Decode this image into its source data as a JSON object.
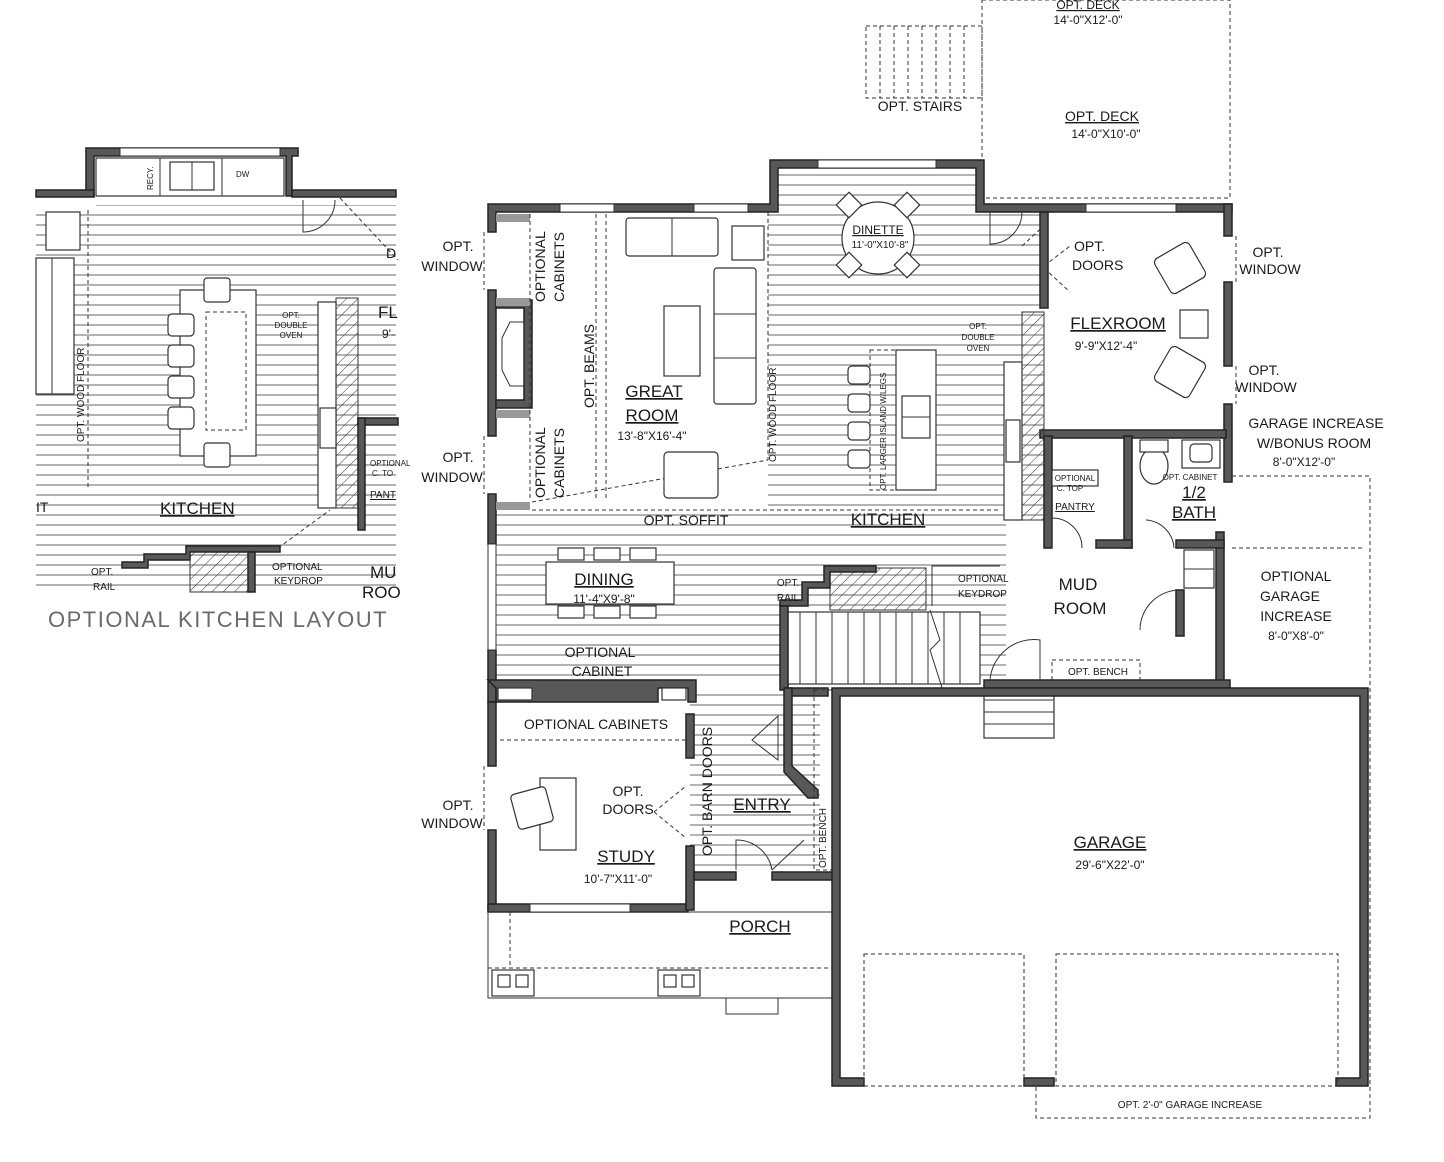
{
  "caption": "OPTIONAL KITCHEN LAYOUT",
  "inset": {
    "recy": "RECY.",
    "dw": "DW",
    "opt_double_oven": [
      "OPT.",
      "DOUBLE",
      "OVEN"
    ],
    "opt_wood_floor": "OPT. WOOD FLOOR",
    "kitchen": "KITCHEN",
    "optional_c_top": [
      "OPTIONAL",
      "C. TO"
    ],
    "pantry": "PANT",
    "flex_cut": "FL",
    "flex_dim_cut": "9'-",
    "opt_rail": [
      "OPT.",
      "RAIL"
    ],
    "optional_keydrop": [
      "OPTIONAL",
      "KEYDROP"
    ],
    "mud_cut": "MU",
    "room_cut": "ROO",
    "d_cut": "D",
    "it_cut": "IT"
  },
  "plan": {
    "opt_deck_top": {
      "name": "OPT. DECK",
      "dim": "14'-0\"X12'-0\""
    },
    "opt_stairs": "OPT. STAIRS",
    "opt_deck": {
      "name": "OPT. DECK",
      "dim": "14'-0\"X10'-0\""
    },
    "opt_window": [
      "OPT.",
      "WINDOW"
    ],
    "optional_cabinets_v": [
      "OPTIONAL",
      "CABINETS"
    ],
    "opt_beams": "OPT. BEAMS",
    "great_room": {
      "name1": "GREAT",
      "name2": "ROOM",
      "dim": "13'-8\"X16'-4\""
    },
    "dinette": {
      "name": "DINETTE",
      "dim": "11'-0\"X10'-8\""
    },
    "opt_doors": [
      "OPT.",
      "DOORS"
    ],
    "flexroom": {
      "name": "FLEXROOM",
      "dim": "9'-9\"X12'-4\""
    },
    "opt_wood_floor": "OPT. WOOD FLOOR",
    "opt_larger_island": "OPT. LARGER ISLAND W/LEGS",
    "opt_double_oven": [
      "OPT.",
      "DOUBLE",
      "OVEN"
    ],
    "garage_increase_bonus": {
      "line1": "GARAGE INCREASE",
      "line2": "W/BONUS ROOM",
      "dim": "8'-0\"X12'-0\""
    },
    "optional_c_top": [
      "OPTIONAL",
      "C. TOP"
    ],
    "pantry": "PANTRY",
    "opt_cabinet": "OPT. CABINET",
    "half_bath": {
      "name1": "1/2",
      "name2": "BATH"
    },
    "opt_soffit": "OPT. SOFFIT",
    "kitchen": "KITCHEN",
    "dining": {
      "name": "DINING",
      "dim": "11'-4\"X9'-8\""
    },
    "opt_rail": [
      "OPT.",
      "RAIL"
    ],
    "optional_keydrop": [
      "OPTIONAL",
      "KEYDROP"
    ],
    "mud_room": {
      "name1": "MUD",
      "name2": "ROOM"
    },
    "optional_garage_increase": {
      "line1": "OPTIONAL",
      "line2": "GARAGE",
      "line3": "INCREASE",
      "dim": "8'-0\"X8'-0\""
    },
    "optional_cabinet": [
      "OPTIONAL",
      "CABINET"
    ],
    "opt_bench": "OPT. BENCH",
    "optional_cabinets": "OPTIONAL CABINETS",
    "opt_barn_doors": "OPT. BARN DOORS",
    "entry": "ENTRY",
    "study": {
      "name": "STUDY",
      "dim": "10'-7\"X11'-0\""
    },
    "garage": {
      "name": "GARAGE",
      "dim": "29'-6\"X22'-0\""
    },
    "porch": "PORCH",
    "opt_garage_increase_2": "OPT. 2'-0\" GARAGE INCREASE"
  }
}
